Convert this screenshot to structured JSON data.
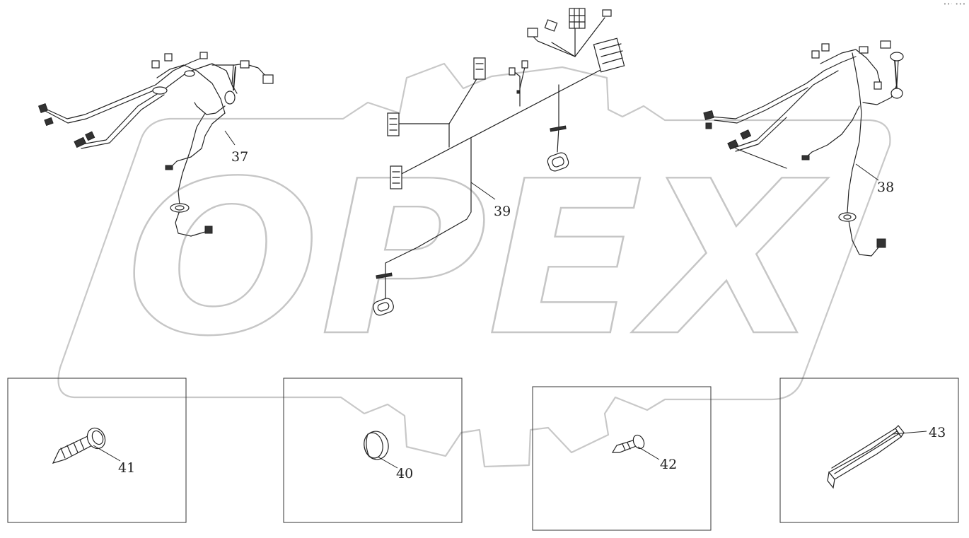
{
  "watermark": {
    "text": "OPEX"
  },
  "corner_mark": "••· •••",
  "callouts": {
    "c37": "37",
    "c38": "38",
    "c39": "39",
    "c40": "40",
    "c41": "41",
    "c42": "42",
    "c43": "43"
  }
}
